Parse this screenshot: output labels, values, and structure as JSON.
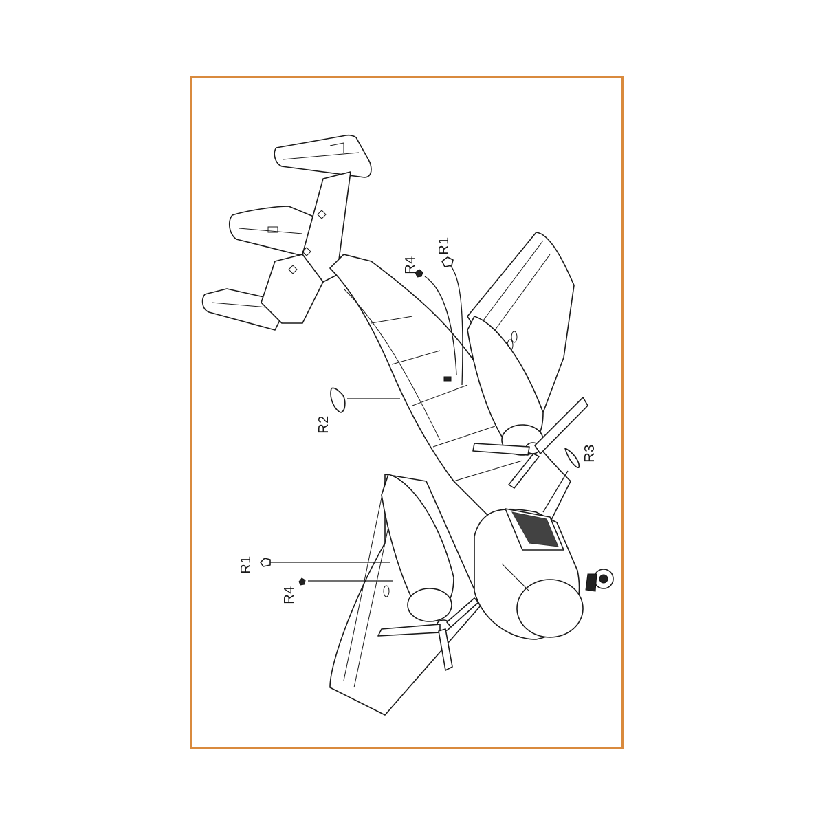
{
  "figure": {
    "description": "Assembly instruction diagram: aircraft model with resin parts callouts",
    "frame_color": "#d98a3d",
    "line_color": "#1a1a1a",
    "background": "#ffffff"
  },
  "callouts": [
    {
      "id": "r4-top",
      "label": "R4",
      "part": "small-resin-part"
    },
    {
      "id": "r1-top",
      "label": "R1",
      "part": "small-resin-part"
    },
    {
      "id": "r2",
      "label": "R2",
      "part": "canopy-window-part"
    },
    {
      "id": "r3",
      "label": "R3",
      "part": "window-lens-part"
    },
    {
      "id": "r1-bottom",
      "label": "R1",
      "part": "small-resin-part"
    },
    {
      "id": "r4-bottom",
      "label": "R4",
      "part": "small-resin-part"
    }
  ]
}
